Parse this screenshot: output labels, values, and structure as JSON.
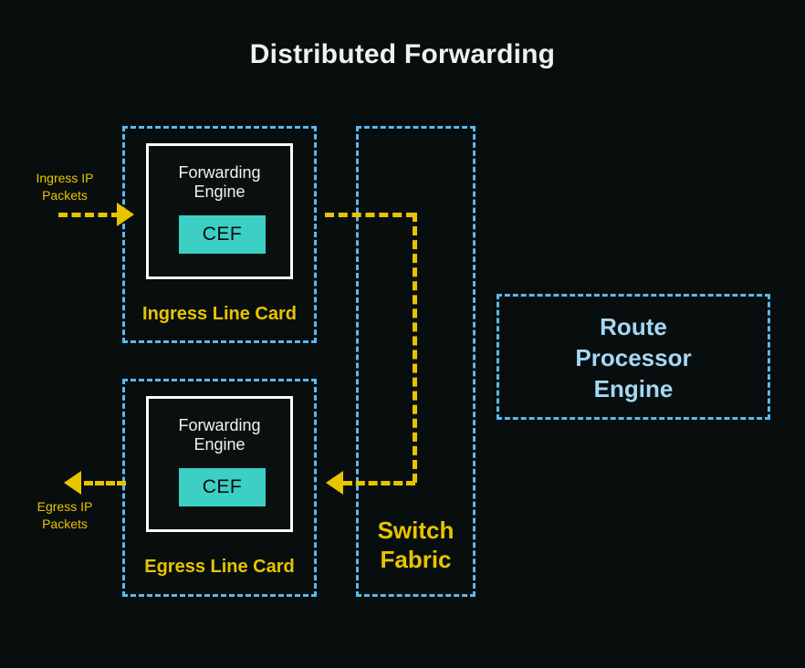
{
  "title": "Distributed Forwarding",
  "colors": {
    "background": "#080e0e",
    "title_text": "#f0f0ee",
    "dashed_border_blue": "#5cb8ef",
    "accent_gold": "#e8c400",
    "cef_teal": "#3ccfc4",
    "route_processor_text": "#a5d8f5",
    "forwarding_engine_text": "#f2f2f0",
    "cef_text": "#0a0a0a"
  },
  "ingress_card": {
    "caption": "Ingress Line Card",
    "engine_title": "Forwarding\nEngine",
    "cef_label": "CEF"
  },
  "egress_card": {
    "caption": "Egress Line Card",
    "engine_title": "Forwarding\nEngine",
    "cef_label": "CEF"
  },
  "switch_fabric": {
    "caption": "Switch\nFabric"
  },
  "route_processor": {
    "label": "Route\nProcessor\nEngine"
  },
  "flows": {
    "ingress_label": "Ingress IP\nPackets",
    "egress_label": "Egress IP\nPackets"
  },
  "icons": {
    "ingress_arrow": "arrow-right-icon",
    "fabric_out_arrow": "arrow-left-icon",
    "egress_arrow": "arrow-left-icon"
  }
}
